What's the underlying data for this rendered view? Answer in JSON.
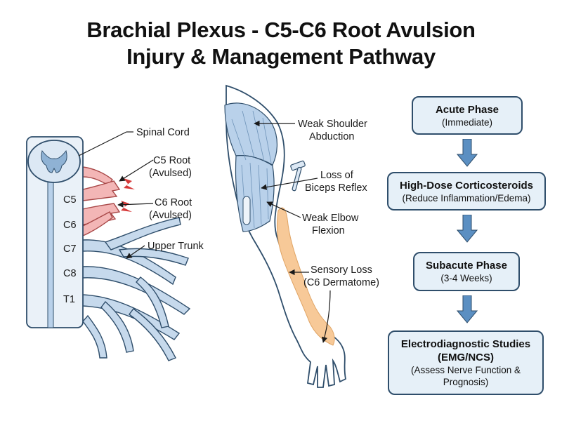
{
  "title": {
    "line1": "Brachial Plexus - C5-C6 Root Avulsion",
    "line2": "Injury & Management Pathway"
  },
  "spine": {
    "spinal_cord_label": "Spinal Cord",
    "c5_root_label": "C5 Root",
    "c5_root_status": "(Avulsed)",
    "c6_root_label": "C6 Root",
    "c6_root_status": "(Avulsed)",
    "upper_trunk_label": "Upper Trunk",
    "levels": [
      "C5",
      "C6",
      "C7",
      "C8",
      "T1"
    ]
  },
  "arm": {
    "shoulder_line1": "Weak Shoulder",
    "shoulder_line2": "Abduction",
    "biceps_line1": "Loss of",
    "biceps_line2": "Biceps Reflex",
    "elbow_line1": "Weak Elbow",
    "elbow_line2": "Flexion",
    "sensory_line1": "Sensory Loss",
    "sensory_line2": "(C6 Dermatome)"
  },
  "pathway": [
    {
      "title": "Acute Phase",
      "subtitle": "(Immediate)"
    },
    {
      "title": "High-Dose Corticosteroids",
      "subtitle": "(Reduce Inflammation/Edema)"
    },
    {
      "title": "Subacute Phase",
      "subtitle": "(3-4 Weeks)"
    },
    {
      "title": "Electrodiagnostic Studies",
      "title2": "(EMG/NCS)",
      "subtitle": "(Assess Nerve Function &",
      "subtitle2": "Prognosis)"
    }
  ],
  "colors": {
    "box_fill": "#e6f0f8",
    "box_border": "#2f4e6b",
    "arrow": "#5b8fc2",
    "nerve": "#c6d9ec",
    "avulsed_root": "#f3b6b6",
    "dermatome": "#f7c998",
    "muscle": "#b9d1ea"
  }
}
